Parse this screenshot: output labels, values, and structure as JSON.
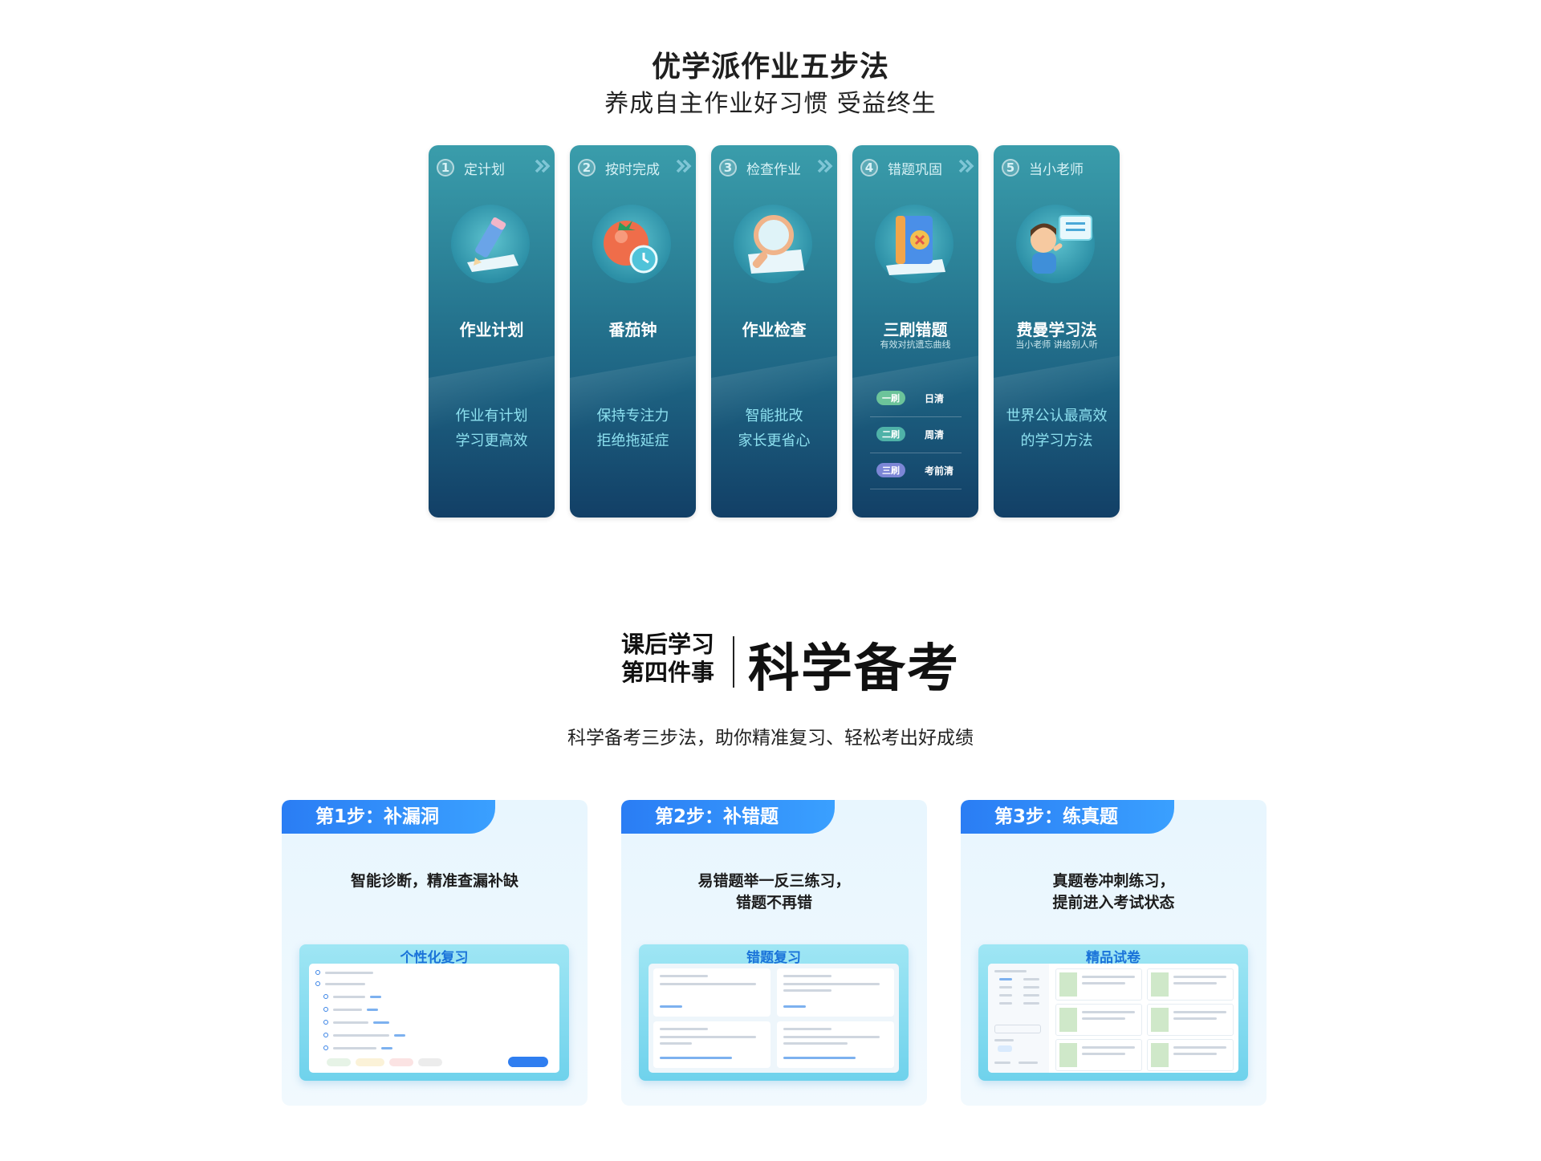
{
  "section1": {
    "title": "优学派作业五步法",
    "subtitle": "养成自主作业好习惯 受益终生",
    "cards": [
      {
        "num": "1",
        "step": "定计划",
        "name": "作业计划",
        "sub": "",
        "desc1": "作业有计划",
        "desc2": "学习更高效",
        "icon": "pencil-note-icon"
      },
      {
        "num": "2",
        "step": "按时完成",
        "name": "番茄钟",
        "sub": "",
        "desc1": "保持专注力",
        "desc2": "拒绝拖延症",
        "icon": "tomato-clock-icon"
      },
      {
        "num": "3",
        "step": "检查作业",
        "name": "作业检查",
        "sub": "",
        "desc1": "智能批改",
        "desc2": "家长更省心",
        "icon": "magnifier-icon"
      },
      {
        "num": "4",
        "step": "错题巩固",
        "name": "三刷错题",
        "sub": "有效对抗遗忘曲线",
        "rows": [
          {
            "tag": "一刷",
            "period": "日清",
            "color": "#6cc49a"
          },
          {
            "tag": "二刷",
            "period": "周清",
            "color": "#4fb2a8"
          },
          {
            "tag": "三刷",
            "period": "考前清",
            "color": "#7c86d6"
          }
        ],
        "icon": "error-book-icon"
      },
      {
        "num": "5",
        "step": "当小老师",
        "name": "费曼学习法",
        "sub": "当小老师 讲给别人听",
        "desc1": "世界公认最高效",
        "desc2": "的学习方法",
        "icon": "teacher-boy-icon"
      }
    ]
  },
  "section2": {
    "left_line1": "课后学习",
    "left_line2": "第四件事",
    "big_title": "科学备考",
    "subtitle": "科学备考三步法，助你精准复习、轻松考出好成绩",
    "panels": [
      {
        "tab": "第1步：补漏洞",
        "line1": "智能诊断，精准查漏补缺",
        "line2": "",
        "shot_title": "个性化复习"
      },
      {
        "tab": "第2步：补错题",
        "line1": "易错题举一反三练习，",
        "line2": "错题不再错",
        "shot_title": "错题复习"
      },
      {
        "tab": "第3步：练真题",
        "line1": "真题卷冲刺练习，",
        "line2": "提前进入考试状态",
        "shot_title": "精品试卷"
      }
    ]
  },
  "colors": {
    "card_top": "#3a9dab",
    "card_bottom": "#123f66",
    "accent_blue": "#2a7df4",
    "desc_cyan": "#8de0ef"
  }
}
